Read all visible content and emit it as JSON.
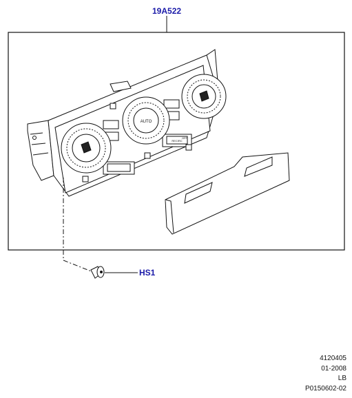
{
  "callouts": {
    "assembly": "19A522",
    "screw": "HS1"
  },
  "controls": {
    "center_knob_label": "AUTO",
    "right_button_a": "RECIRC",
    "right_button_b": "OFF"
  },
  "footer": {
    "line1": "4120405",
    "line2": "01-2008",
    "line3": "LB",
    "line4": "P0150602-02"
  },
  "colors": {
    "callout_text": "#1a1aa8",
    "line": "#111111"
  }
}
